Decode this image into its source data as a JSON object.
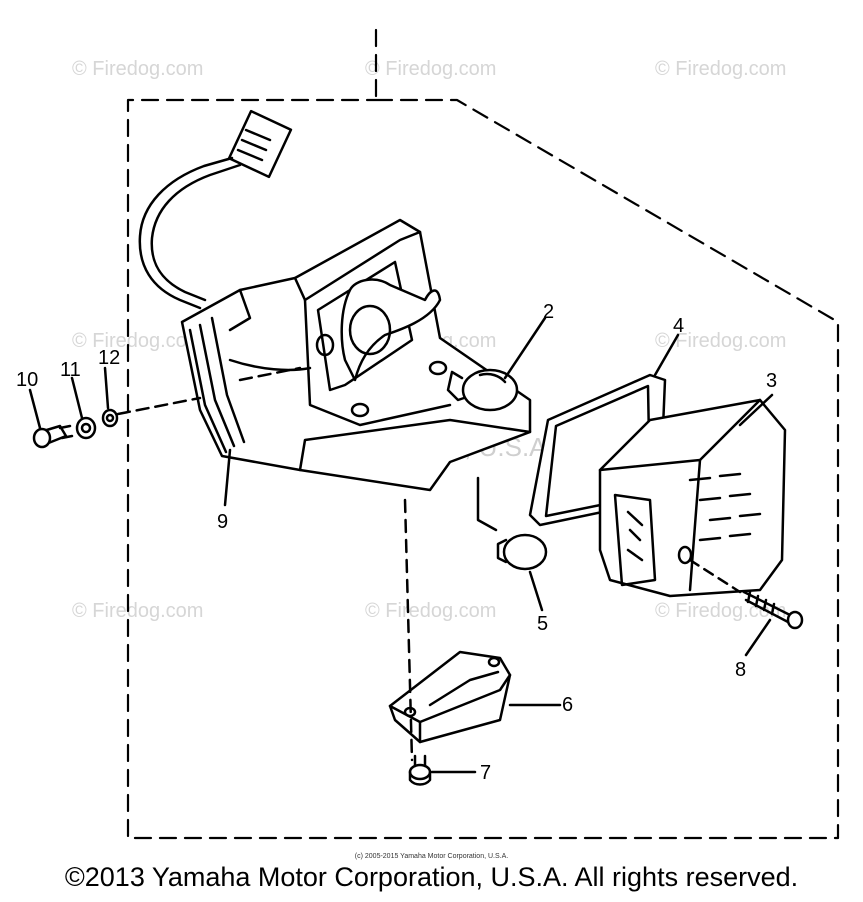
{
  "watermark": "© Firedog.com",
  "center_watermark": "Yamaha Motor Corp, U.S.A",
  "part_labels": [
    "2",
    "4",
    "3",
    "10",
    "11",
    "12",
    "9",
    "5",
    "8",
    "6",
    "7"
  ],
  "small_copyright": "(c) 2005-2015 Yamaha Motor Corporation, U.S.A.",
  "main_copyright": "©2013 Yamaha Motor Corporation, U.S.A. All rights reserved."
}
